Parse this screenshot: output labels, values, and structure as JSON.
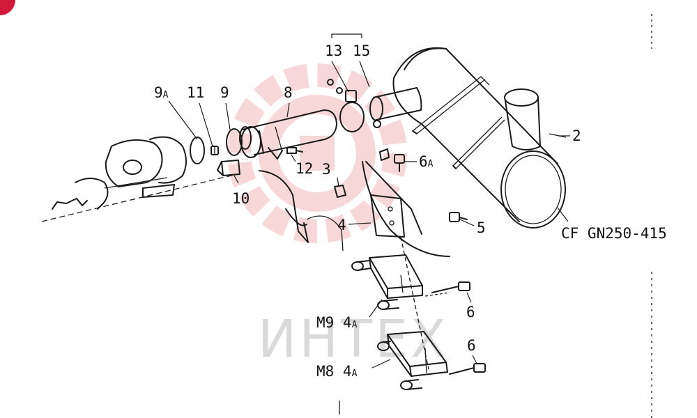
{
  "colors": {
    "line": "#1a1a1a",
    "watermark_red": "#f1b7b9",
    "watermark_grey": "#d9d9d9",
    "corner_badge": "#d11a3a"
  },
  "watermark": {
    "text": "ИНТЕХ"
  },
  "callouts": {
    "p9a": {
      "num": "9",
      "sub": "A"
    },
    "p11": {
      "num": "11"
    },
    "p9": {
      "num": "9"
    },
    "p8": {
      "num": "8"
    },
    "p13": {
      "num": "13"
    },
    "p15": {
      "num": "15"
    },
    "p2": {
      "num": "2"
    },
    "p6a": {
      "num": "6",
      "sub": "A"
    },
    "p3": {
      "num": "3"
    },
    "p12": {
      "num": "12"
    },
    "p10": {
      "num": "10"
    },
    "p4": {
      "num": "4"
    },
    "p5": {
      "num": "5"
    },
    "p6_upper": {
      "num": "6"
    },
    "p6_lower": {
      "num": "6"
    },
    "m9": {
      "num": "M9 4",
      "sub": "A"
    },
    "m8": {
      "num": "M8 4",
      "sub": "A"
    }
  },
  "reference": {
    "text": "CF GN250-415"
  }
}
